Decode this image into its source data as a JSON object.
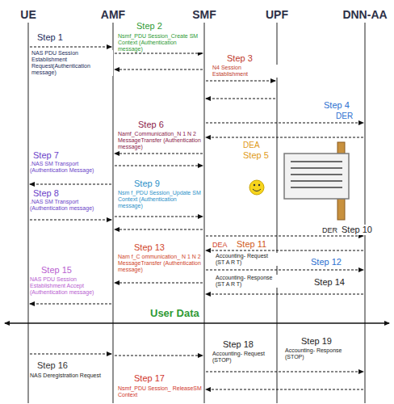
{
  "diagram": {
    "nodes": [
      {
        "text": [
          "UE"
        ]
      },
      {
        "text": [
          "AMF"
        ]
      },
      {
        "text": [
          "SMF"
        ]
      },
      {
        "text": [
          "UPF"
        ]
      },
      {
        "text": [
          "DNN-AA"
        ]
      }
    ],
    "edges": [
      {
        "from": 0,
        "to": 1,
        "arrow": "to",
        "label": "NAS PDU Session Establishment Request(Authentication message)"
      },
      {
        "from": 1,
        "to": 2,
        "arrow": "to",
        "label": "Nsmf_PDU Session_Create SM Context (Authentication message)"
      },
      {
        "from": 2,
        "to": 1,
        "arrow": "to"
      },
      {
        "from": 2,
        "to": 3,
        "arrow": "to",
        "label": "N4 Session Establishment"
      },
      {
        "from": 3,
        "to": 2,
        "arrow": "to"
      },
      {
        "from": 2,
        "to": 4,
        "arrow": "to",
        "label": "DER"
      },
      {
        "from": 4,
        "to": 2,
        "arrow": "to",
        "label": "DEA"
      },
      {
        "from": 2,
        "to": 1,
        "arrow": "to",
        "label": "Namf_Communication_N 1 N 2 MessageTransfer (Authentication message)"
      },
      {
        "from": 1,
        "to": 2,
        "arrow": "to"
      },
      {
        "from": 1,
        "to": 0,
        "arrow": "to",
        "label": ".NAS SM Transport (Authentication Message)"
      },
      {
        "from": 0,
        "to": 1,
        "arrow": "to",
        "label": ".NAS SM Transport (Authentication message)"
      },
      {
        "from": 1,
        "to": 2,
        "arrow": "to",
        "label": "Nsm f_PDU Session_Update SM Context (Authentication message)"
      },
      {
        "from": 2,
        "to": 1,
        "arrow": "to"
      },
      {
        "from": 2,
        "to": 4,
        "arrow": "to",
        "label": "DER"
      },
      {
        "from": 4,
        "to": 2,
        "arrow": "to",
        "label": "DEA"
      },
      {
        "from": 2,
        "to": 4,
        "arrow": "to",
        "label": "Accounting- Request (ST A R T)"
      },
      {
        "from": 2,
        "to": 1,
        "arrow": "to",
        "label": "Nam f_C ommunication_ N 1 N 2 MessageTransfer (Authentication message)"
      },
      {
        "from": 4,
        "to": 2,
        "arrow": "to",
        "label": "Accounting- Response (ST A R T)"
      },
      {
        "from": 1,
        "to": 0,
        "arrow": "to",
        "label": "NAS PDU Session Establishment Accept (Authentication message)"
      },
      {
        "from": 0,
        "to": 4,
        "arrow": "both",
        "label": "User Data"
      },
      {
        "from": 0,
        "to": 1,
        "arrow": "to",
        "label": "NAS Deregistration Request"
      },
      {
        "from": 1,
        "to": 2,
        "arrow": "to",
        "label": "Nsmf_PDU Session_ ReleaseSM Context"
      },
      {
        "from": 2,
        "to": 4,
        "arrow": "to",
        "label": "Accounting- Request (STOP)"
      },
      {
        "from": 4,
        "to": 2,
        "arrow": "to",
        "label": "Accounting- Response (STOP)"
      }
    ],
    "labels": [
      "Step 1",
      "Step 2",
      "Step 3",
      "Step 4",
      "Step 5",
      "Step 6",
      "Step 7",
      "Step 8",
      "Step 9",
      "Step 10",
      "Step 11",
      "Step 12",
      "Step 13",
      "Step 14",
      "Step 15",
      "Step 16",
      "Step 17",
      "Step 18",
      "Step 19"
    ]
  }
}
